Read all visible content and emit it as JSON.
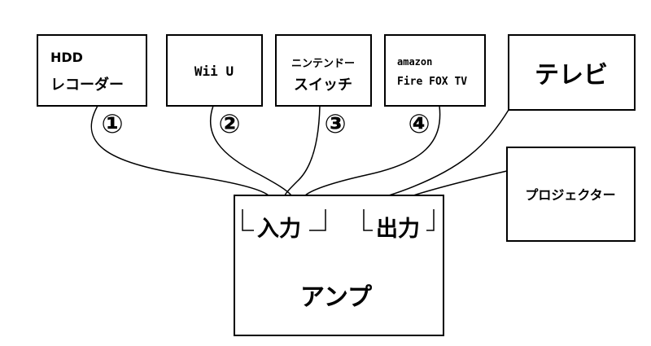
{
  "sources": [
    {
      "line1": "HDD",
      "line2": "レコーダー",
      "number": "①"
    },
    {
      "line1": "Wii U",
      "number": "②"
    },
    {
      "line1": "ニンテンドー",
      "line2": "スイッチ",
      "number": "③"
    },
    {
      "line1": "amazon",
      "line2": "Fire FOX TV",
      "number": "④"
    }
  ],
  "outputs": {
    "tv": "テレビ",
    "projector": "プロジェクター"
  },
  "amp": {
    "title": "アンプ",
    "input_label": "入力",
    "output_label": "出力"
  }
}
